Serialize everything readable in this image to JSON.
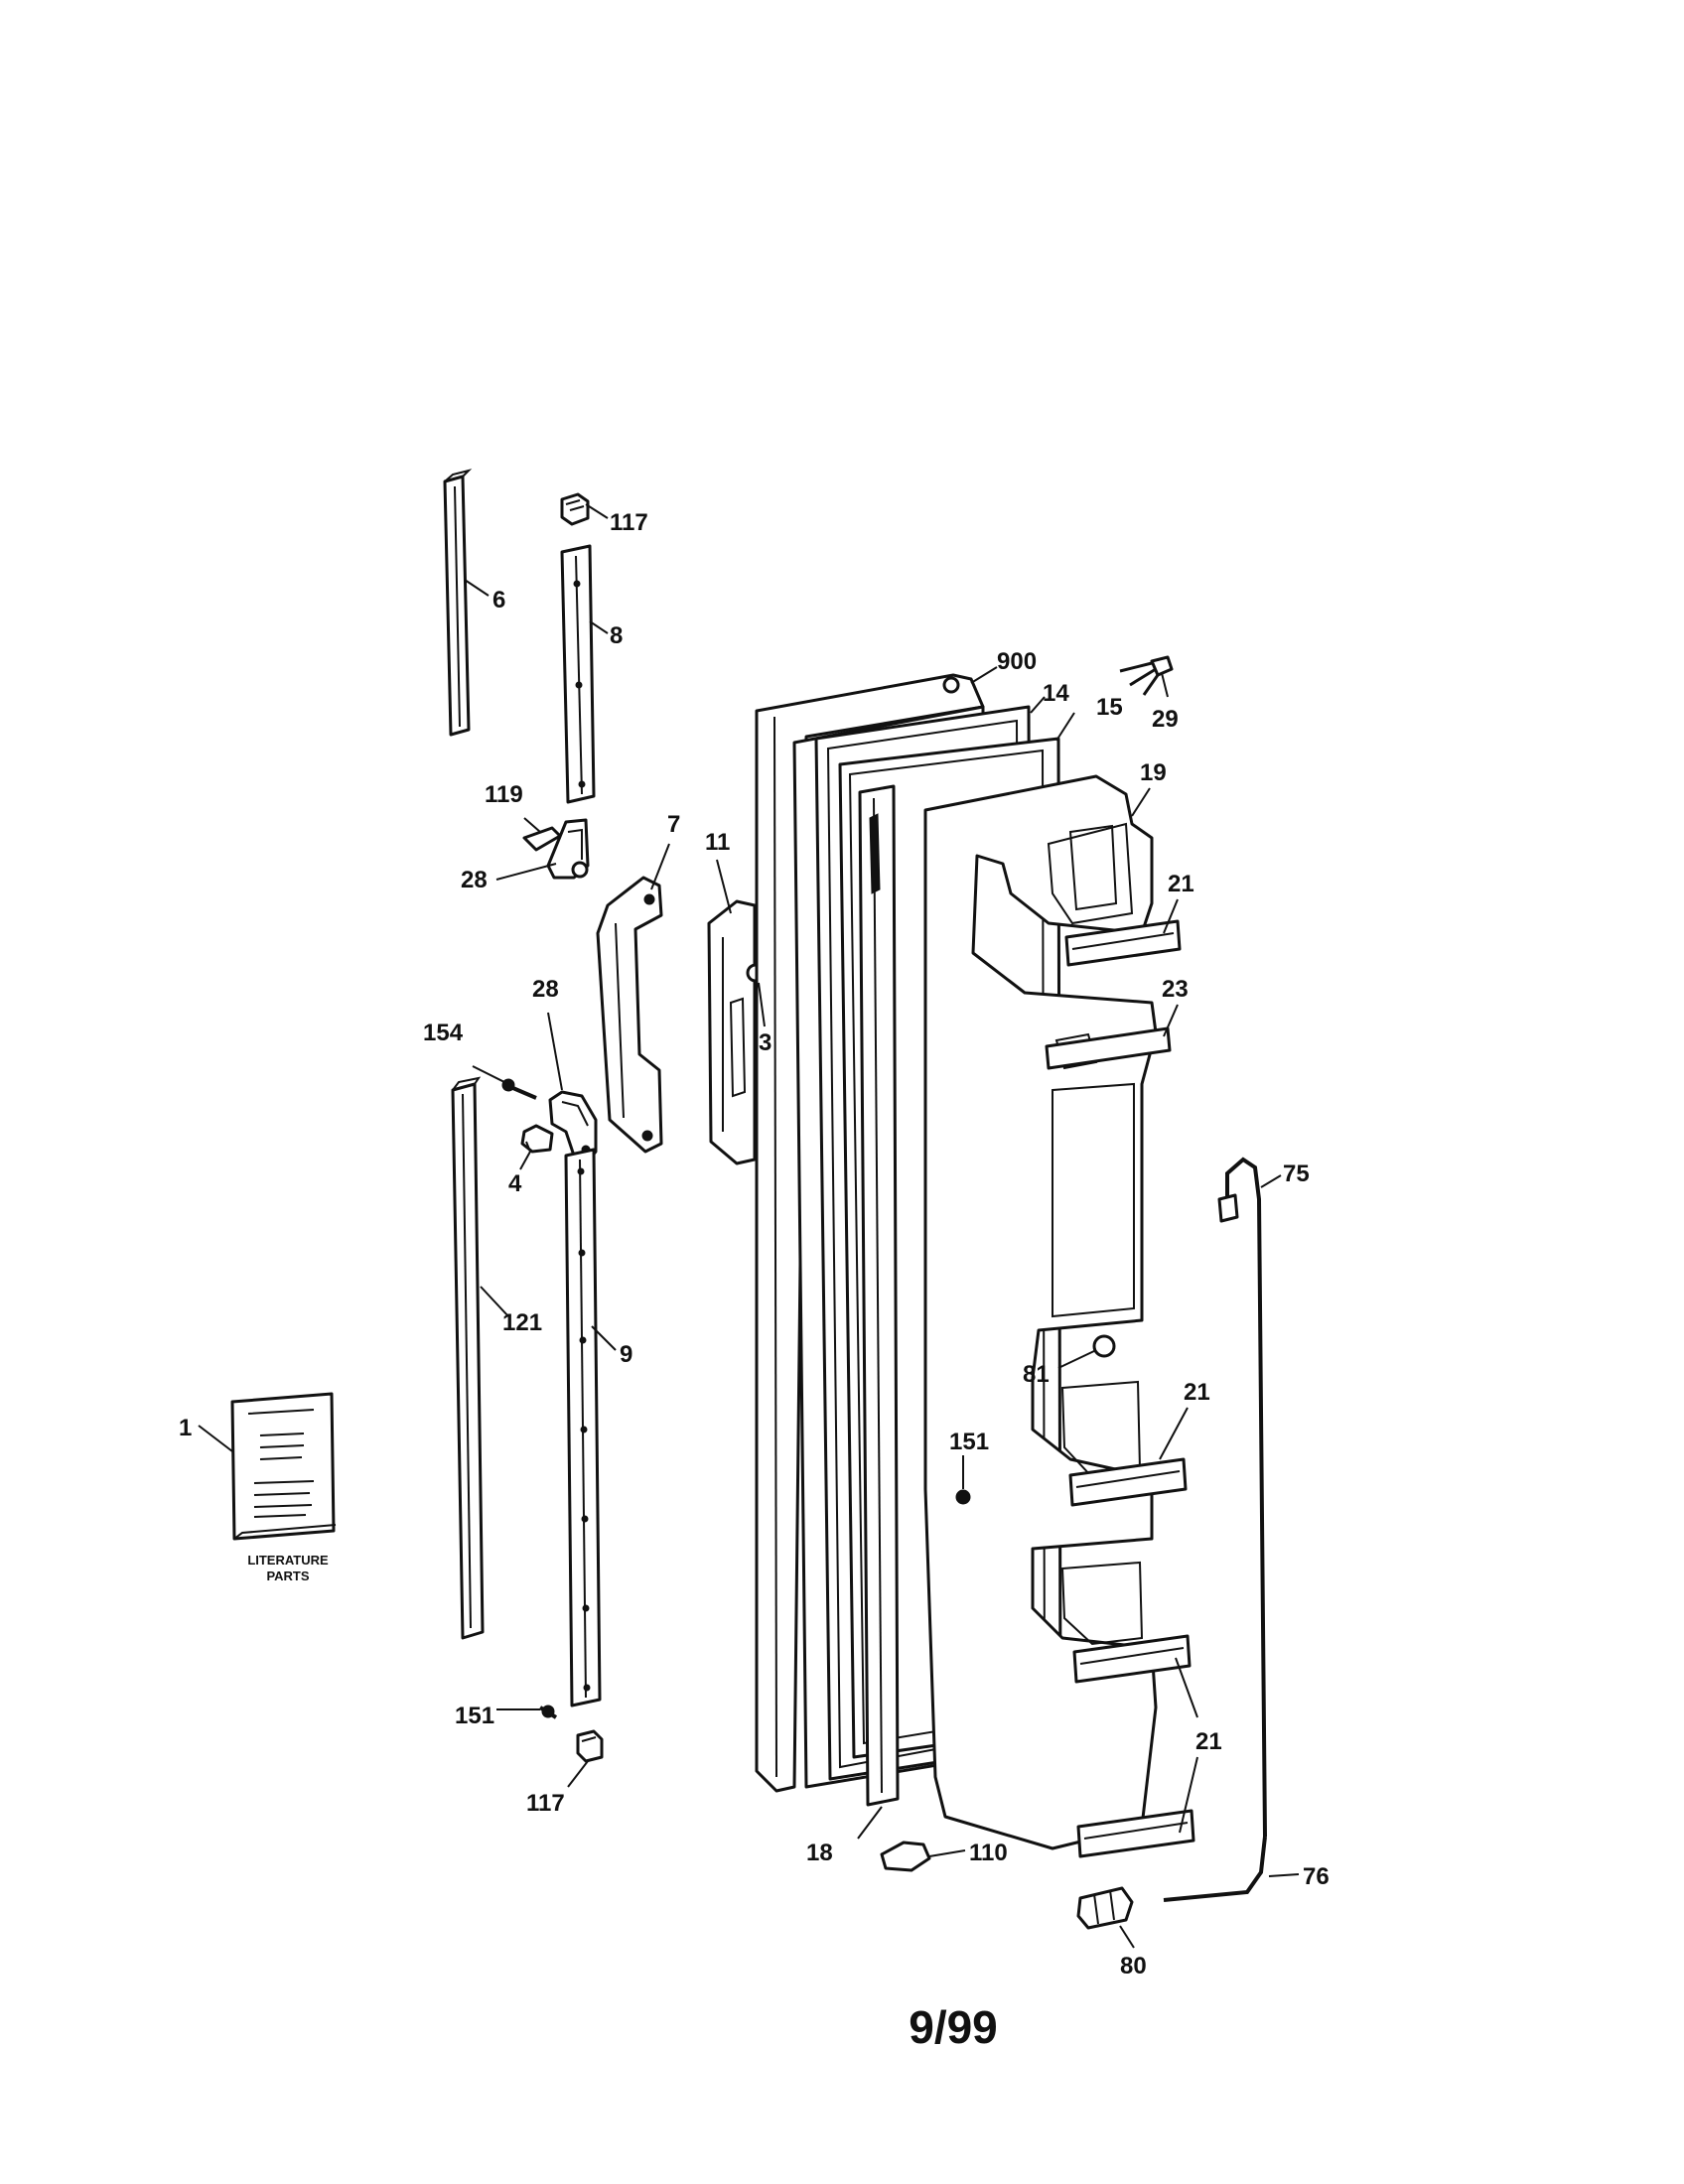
{
  "footer": {
    "date_code": "9/99"
  },
  "booklet": {
    "line1": "LITERATURE",
    "line2": "PARTS"
  },
  "callouts": [
    {
      "id": "c-117-top",
      "text": "117"
    },
    {
      "id": "c-6",
      "text": "6"
    },
    {
      "id": "c-8",
      "text": "8"
    },
    {
      "id": "c-119",
      "text": "119"
    },
    {
      "id": "c-28-top",
      "text": "28"
    },
    {
      "id": "c-7",
      "text": "7"
    },
    {
      "id": "c-28-mid",
      "text": "28"
    },
    {
      "id": "c-154",
      "text": "154"
    },
    {
      "id": "c-4",
      "text": "4"
    },
    {
      "id": "c-121",
      "text": "121"
    },
    {
      "id": "c-9",
      "text": "9"
    },
    {
      "id": "c-1",
      "text": "1"
    },
    {
      "id": "c-151-left",
      "text": "151"
    },
    {
      "id": "c-117-bottom",
      "text": "117"
    },
    {
      "id": "c-11",
      "text": "11"
    },
    {
      "id": "c-3",
      "text": "3"
    },
    {
      "id": "c-900",
      "text": "900"
    },
    {
      "id": "c-14",
      "text": "14"
    },
    {
      "id": "c-15",
      "text": "15"
    },
    {
      "id": "c-29",
      "text": "29"
    },
    {
      "id": "c-19",
      "text": "19"
    },
    {
      "id": "c-21-a",
      "text": "21"
    },
    {
      "id": "c-23",
      "text": "23"
    },
    {
      "id": "c-75",
      "text": "75"
    },
    {
      "id": "c-81",
      "text": "81"
    },
    {
      "id": "c-21-b",
      "text": "21"
    },
    {
      "id": "c-151-right",
      "text": "151"
    },
    {
      "id": "c-21-c",
      "text": "21"
    },
    {
      "id": "c-18",
      "text": "18"
    },
    {
      "id": "c-110",
      "text": "110"
    },
    {
      "id": "c-76",
      "text": "76"
    },
    {
      "id": "c-80",
      "text": "80"
    }
  ]
}
